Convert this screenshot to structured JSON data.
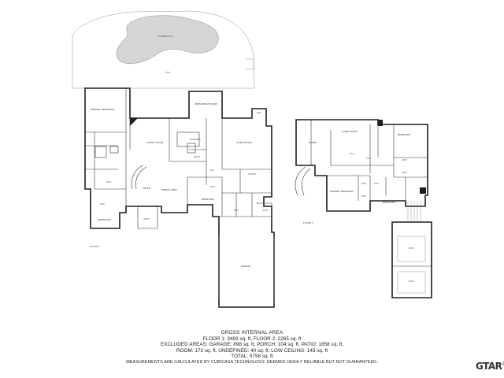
{
  "floor1": {
    "label": "FLOOR 1",
    "rooms": {
      "swimming_pool": "SWIMMING POOL",
      "patio": "PATIO",
      "primary_bedroom": "PRIMARY BEDROOM",
      "breakfast_room": "BREAKFAST ROOM",
      "bath": "BATH",
      "living_room": "LIVING ROOM",
      "kitchen": "KITCHEN",
      "game_room": "GAME ROOM",
      "pantry": "PANTRY",
      "hall": "HALL",
      "laundry": "LAUNDRY",
      "foyer": "FOYER",
      "dining_area": "DINING AREA",
      "bedroom": "BEDROOM",
      "porch": "PORCH",
      "room": "ROOM",
      "garage": "GARAGE"
    }
  },
  "floor2": {
    "label": "FLOOR 2",
    "rooms": {
      "room": "ROOM",
      "game_room": "GAME ROOM",
      "bedroom": "BEDROOM",
      "primary_bedroom": "PRIMARY BEDROOM",
      "bath": "BATH",
      "hall": "HALL"
    }
  },
  "area_summary": {
    "title": "GROSS INTERNAL AREA",
    "line1": "FLOOR 1: 3493 sq. ft, FLOOR 2: 2265 sq. ft",
    "line2": "EXCLUDED AREAS: GARAGE: 898 sq. ft, PORCH: 104 sq. ft, PATIO: 1858 sq. ft,",
    "line3": "ROOM: 172 sq. ft, UNDEFINED: 40 sq. ft, LOW CEILING: 143 sq. ft",
    "line4": "TOTAL: 5758 sq. ft",
    "note": "MEASUREMENTS ARE CALCULATED BY CUBICASA TECHNOLOGY. DEEMED HIGHLY RELIABLE BUT NOT GUARANTEED."
  },
  "logo": {
    "text": "GTAR",
    "mark": "®"
  }
}
